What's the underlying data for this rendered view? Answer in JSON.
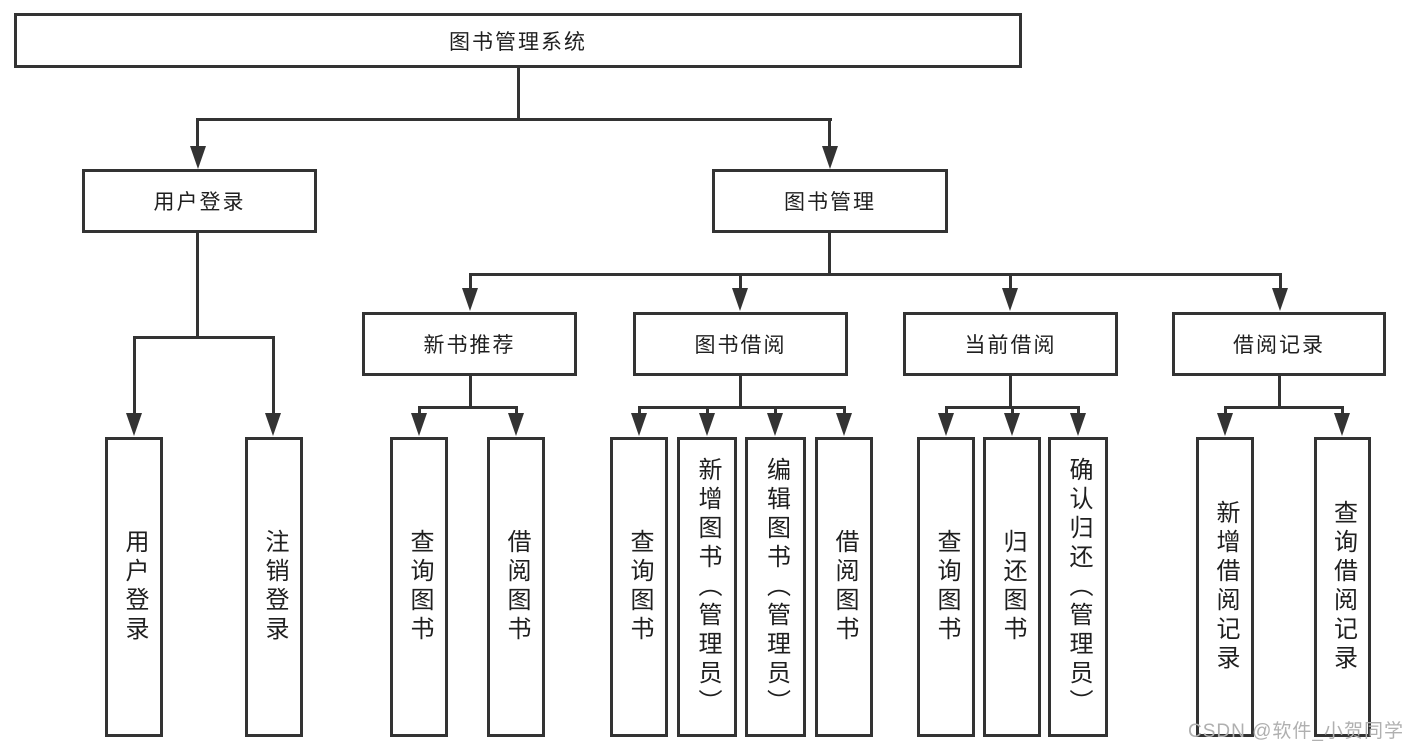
{
  "diagram": {
    "root": {
      "label": "图书管理系统"
    },
    "branches": [
      {
        "label": "用户登录",
        "leaves": [
          "用户登录",
          "注销登录"
        ]
      },
      {
        "label": "图书管理",
        "groups": [
          {
            "label": "新书推荐",
            "leaves": [
              "查询图书",
              "借阅图书"
            ]
          },
          {
            "label": "图书借阅",
            "leaves": [
              "查询图书",
              "新增图书（管理员）",
              "编辑图书（管理员）",
              "借阅图书"
            ]
          },
          {
            "label": "当前借阅",
            "leaves": [
              "查询图书",
              "归还图书",
              "确认归还（管理员）"
            ]
          },
          {
            "label": "借阅记录",
            "leaves": [
              "新增借阅记录",
              "查询借阅记录"
            ]
          }
        ]
      }
    ]
  },
  "watermark": {
    "text": "CSDN @软件_小贺同学"
  },
  "colors": {
    "line": "#333333",
    "text": "#1f1f1f",
    "watermark": "#b0b0b0",
    "background": "#ffffff"
  }
}
